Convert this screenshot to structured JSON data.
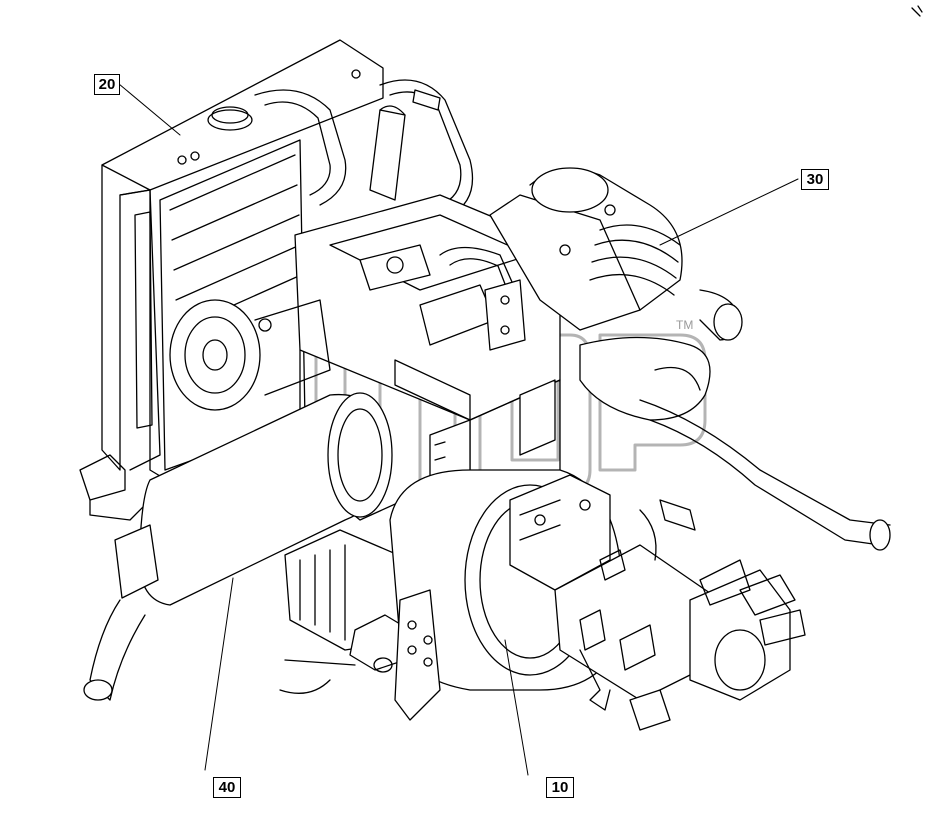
{
  "diagram": {
    "callouts": [
      {
        "id": "c20",
        "label": "20",
        "part": "radiator"
      },
      {
        "id": "c30",
        "label": "30",
        "part": "air-filter"
      },
      {
        "id": "c40",
        "label": "40",
        "part": "muffler"
      },
      {
        "id": "c10",
        "label": "10",
        "part": "engine"
      }
    ],
    "watermark_mark": "TM",
    "line_color": "#000000",
    "watermark_color": "#b4b4b4",
    "background": "#ffffff"
  }
}
